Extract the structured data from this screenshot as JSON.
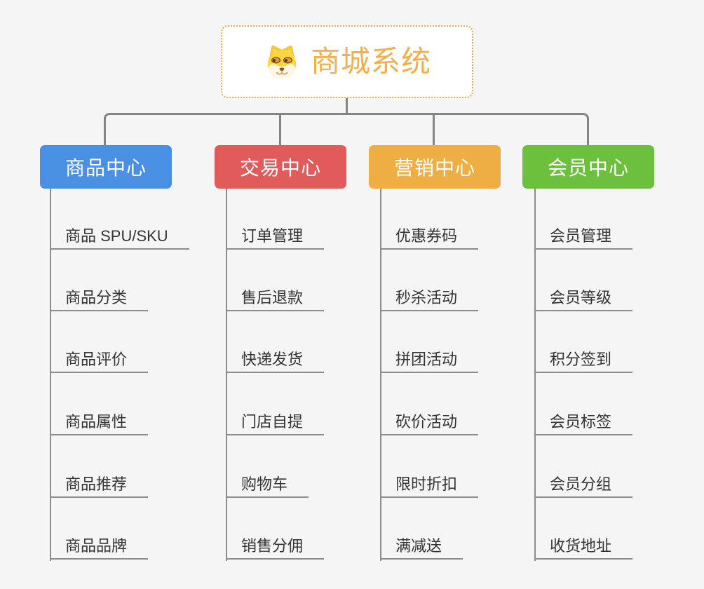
{
  "canvas": {
    "background_color": "#f5f5f5",
    "connector_color": "#848484",
    "leaf_line_color": "#8c8c8c",
    "leaf_text_color": "#333333"
  },
  "root": {
    "title": "商城系统",
    "icon": "doge-face-icon",
    "title_color": "#f2b04b",
    "border_color": "#f0a94c"
  },
  "branches": [
    {
      "id": "product-center",
      "label": "商品中心",
      "color": "#4a90e2",
      "items": [
        "商品 SPU/SKU",
        "商品分类",
        "商品评价",
        "商品属性",
        "商品推荐",
        "商品品牌"
      ]
    },
    {
      "id": "trade-center",
      "label": "交易中心",
      "color": "#e15b5b",
      "items": [
        "订单管理",
        "售后退款",
        "快递发货",
        "门店自提",
        "购物车",
        "销售分佣"
      ]
    },
    {
      "id": "marketing-center",
      "label": "营销中心",
      "color": "#efae44",
      "items": [
        "优惠券码",
        "秒杀活动",
        "拼团活动",
        "砍价活动",
        "限时折扣",
        "满减送"
      ]
    },
    {
      "id": "member-center",
      "label": "会员中心",
      "color": "#6cc03d",
      "items": [
        "会员管理",
        "会员等级",
        "积分签到",
        "会员标签",
        "会员分组",
        "收货地址"
      ]
    }
  ]
}
